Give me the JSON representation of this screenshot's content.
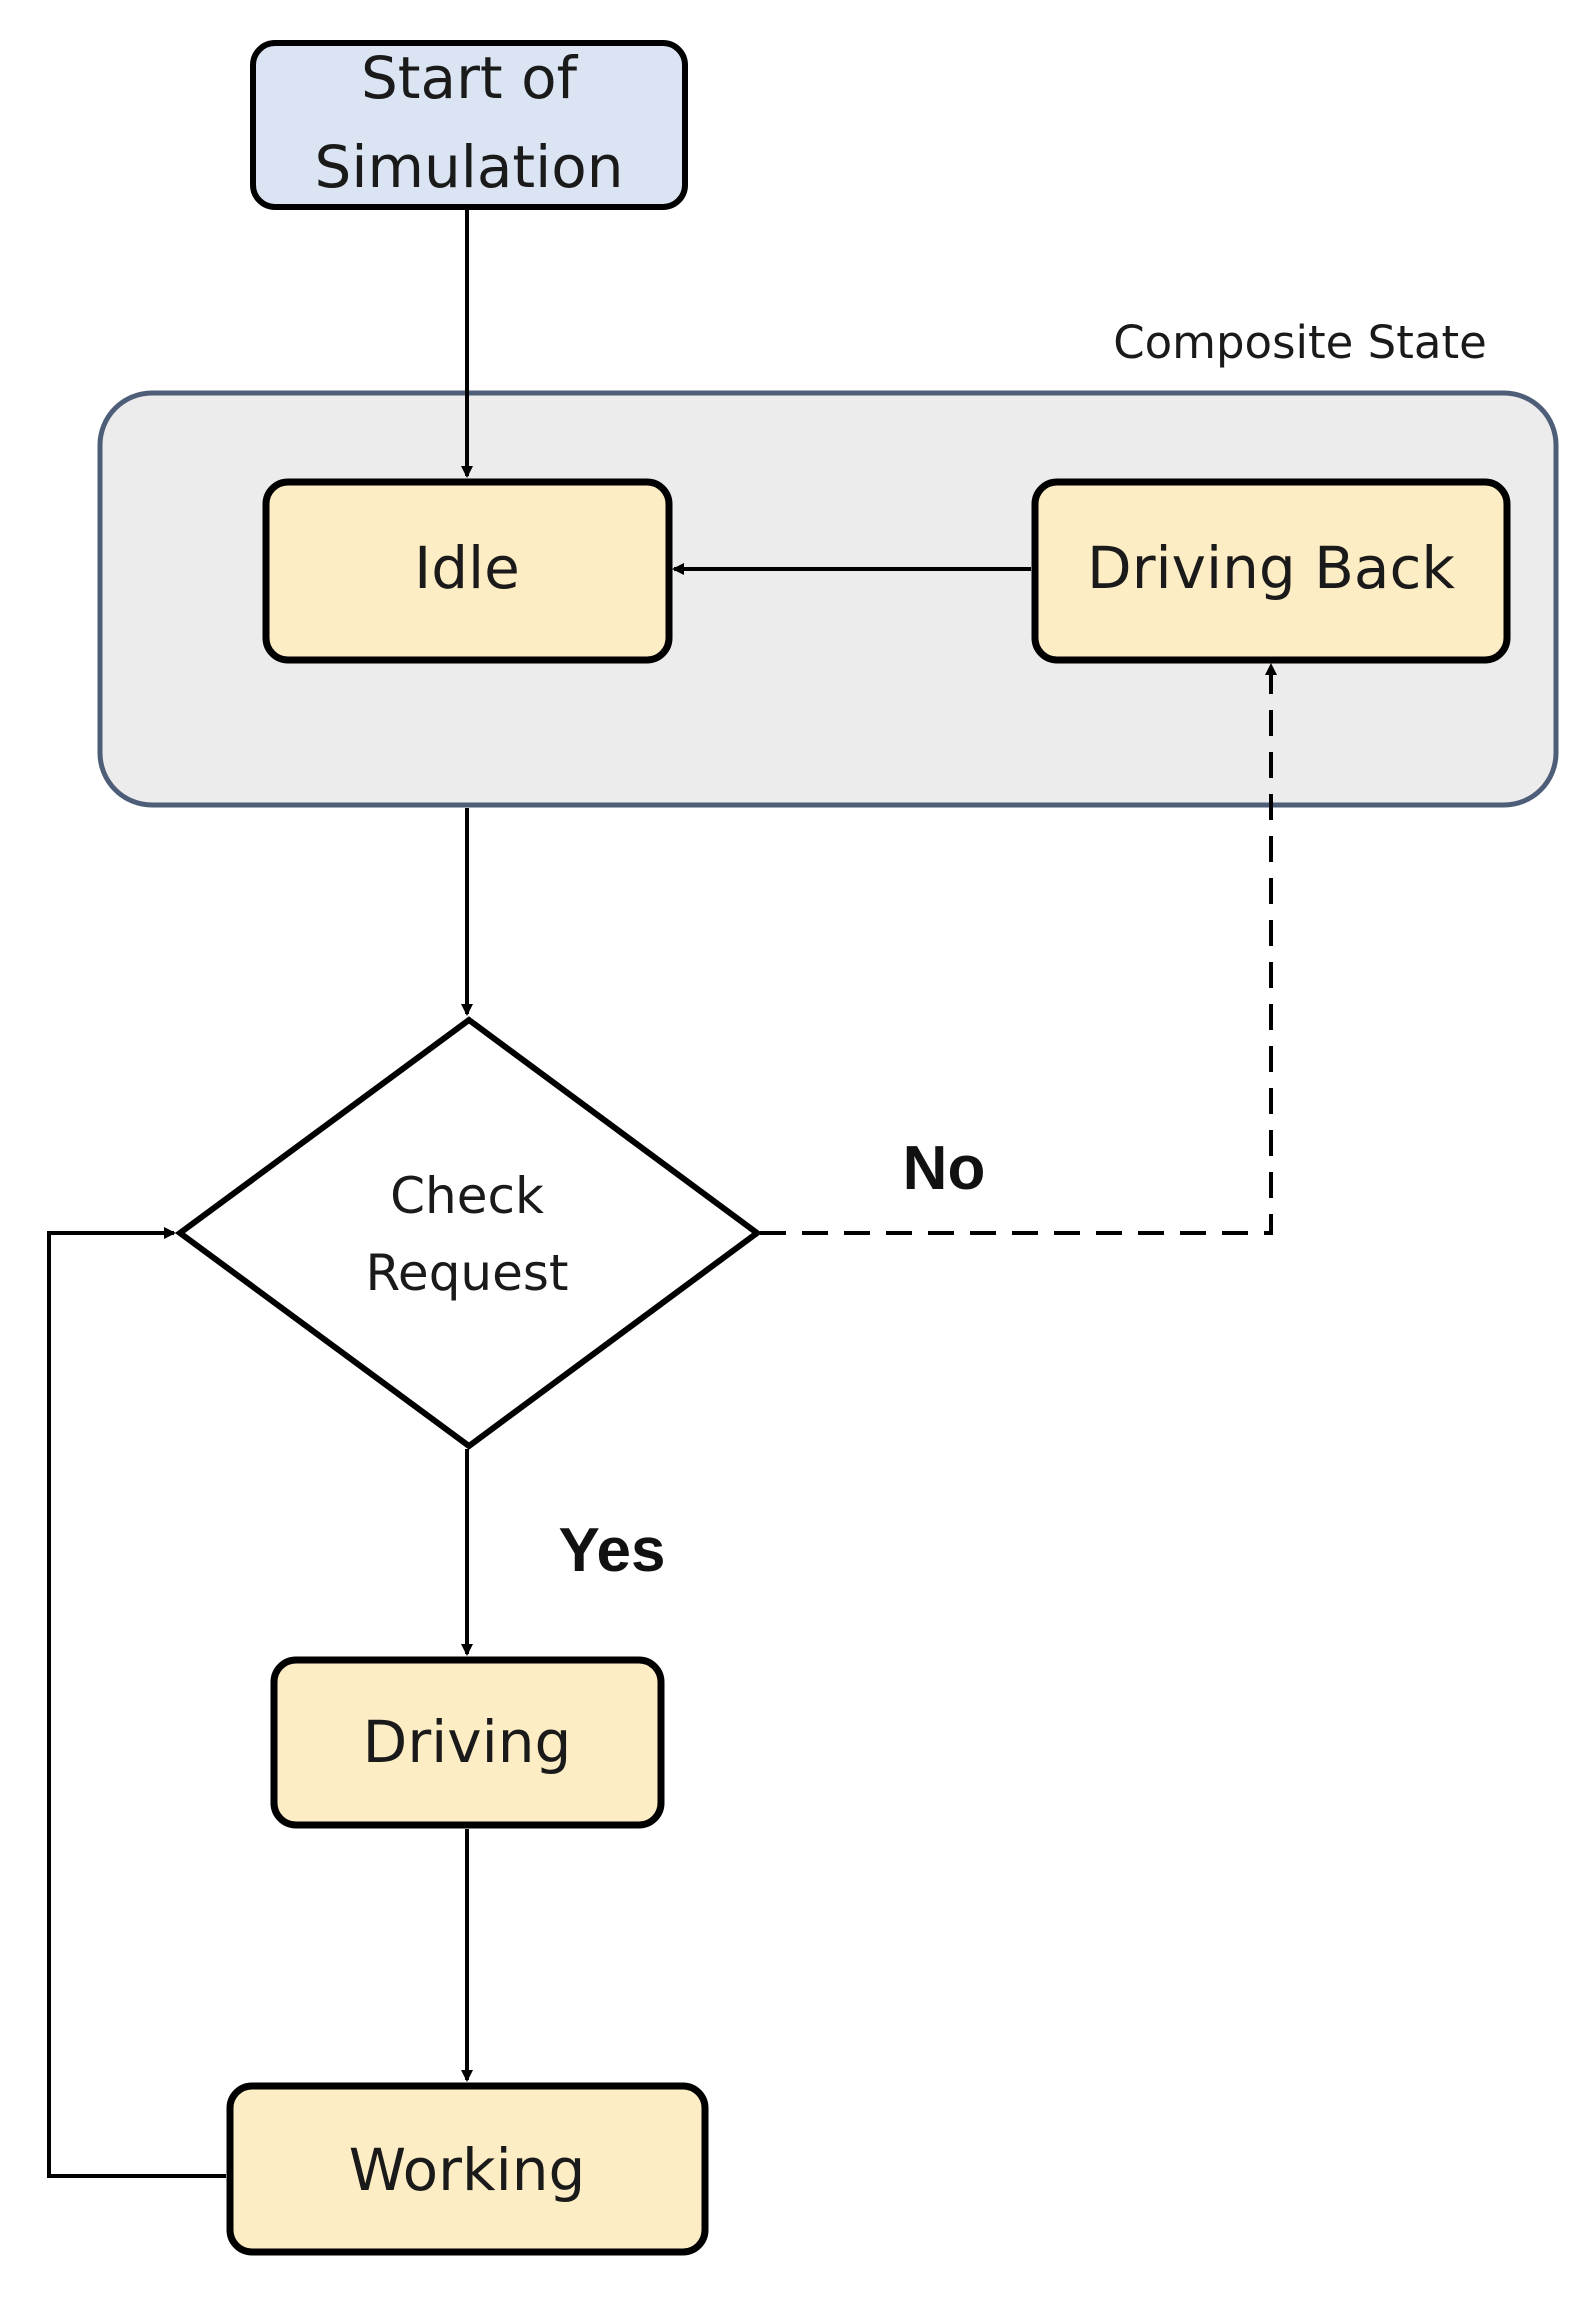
{
  "colors": {
    "state_fill": "#fdedc4",
    "start_fill": "#dbe4f3",
    "composite_fill": "#ececec",
    "composite_stroke": "#4e5e78",
    "line": "#000000"
  },
  "nodes": {
    "start": {
      "line1": "Start of",
      "line2": "Simulation"
    },
    "composite_label": "Composite State",
    "idle": "Idle",
    "driving_back": "Driving Back",
    "check_request": {
      "line1": "Check",
      "line2": "Request"
    },
    "driving": "Driving",
    "working": "Working"
  },
  "edges": {
    "no_label": "No",
    "yes_label": "Yes"
  }
}
